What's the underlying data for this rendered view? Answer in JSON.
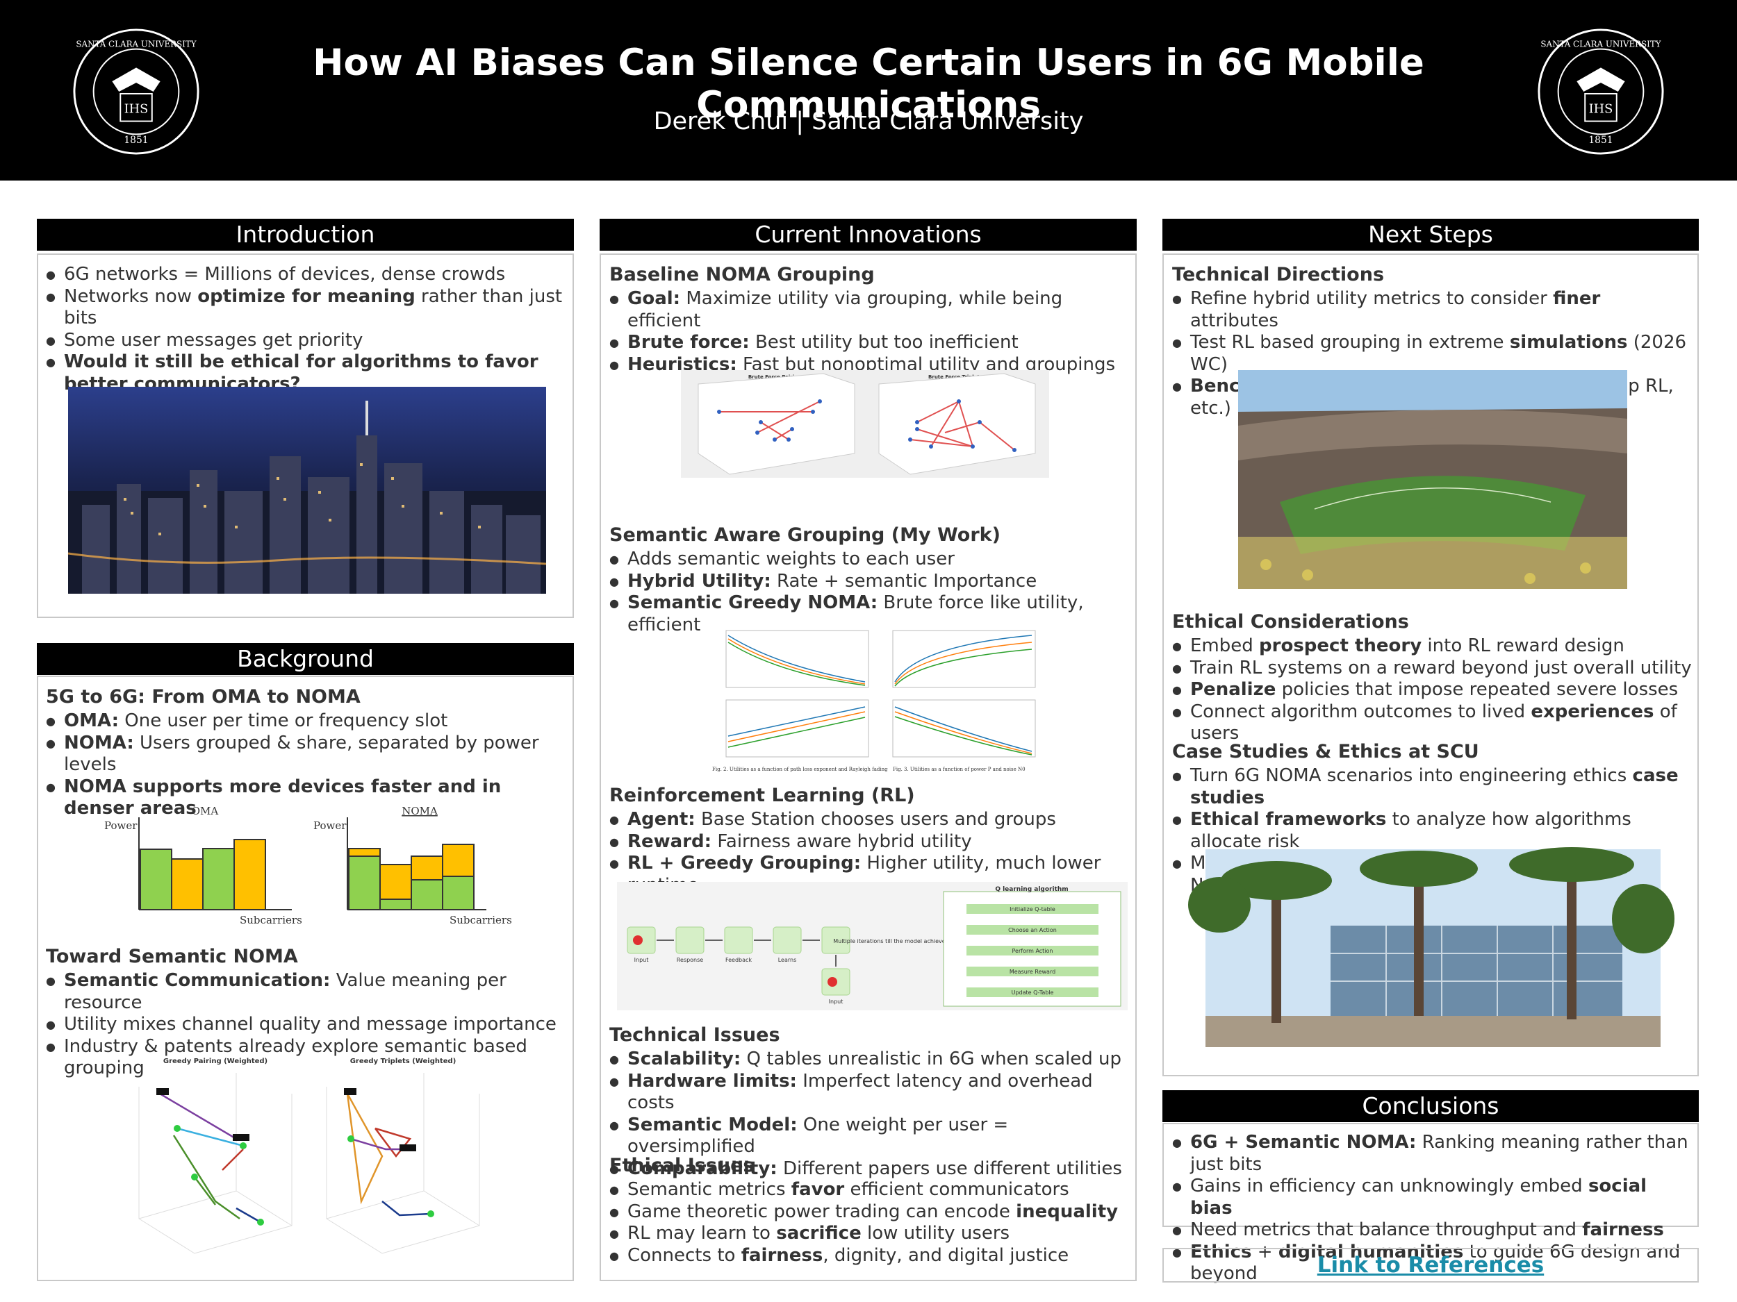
{
  "header": {
    "title": "How AI Biases Can Silence Certain Users in 6G Mobile Communications",
    "subtitle": "Derek Chui | Santa Clara University",
    "seal_text_top": "SANTA CLARA UNIVERSITY",
    "seal_monogram": "IHS",
    "seal_year": "1851"
  },
  "intro": {
    "heading": "Introduction",
    "items": [
      {
        "b": "",
        "t": "6G networks = Millions of devices, dense crowds"
      },
      {
        "p": "Networks now ",
        "b": "optimize for meaning",
        "t": " rather than just bits"
      },
      {
        "b": "",
        "t": "Some user messages get priority"
      },
      {
        "b": "Would it still be ethical for algorithms to favor better communicators?",
        "t": ""
      }
    ]
  },
  "background": {
    "heading": "Background",
    "s1_title": "5G to 6G: From OMA to NOMA",
    "s1_items": [
      {
        "b": "OMA:",
        "t": " One user per time or frequency slot"
      },
      {
        "b": "NOMA:",
        "t": " Users grouped & share, separated by power levels"
      },
      {
        "b": "NOMA supports more devices faster and in denser areas",
        "t": ""
      }
    ],
    "fig_oma": {
      "title": "OMA",
      "y": "Power",
      "x": "Subcarriers"
    },
    "fig_noma": {
      "title": "NOMA",
      "y": "Power",
      "x": "Subcarriers"
    },
    "s2_title": "Toward Semantic NOMA",
    "s2_items": [
      {
        "b": "Semantic Communication:",
        "t": " Value meaning per resource"
      },
      {
        "b": "",
        "t": "Utility mixes channel quality and message importance"
      },
      {
        "b": "",
        "t": "Industry & patents already explore semantic based grouping"
      }
    ],
    "fig_greedy": {
      "pair_title": "Greedy Pairing (Weighted)",
      "trip_title": "Greedy Triplets (Weighted)"
    }
  },
  "innovations": {
    "heading": "Current Innovations",
    "s1_title": "Baseline NOMA Grouping",
    "s1_items": [
      {
        "b": "Goal:",
        "t": " Maximize utility via grouping, while being efficient"
      },
      {
        "b": "Brute force:",
        "t": " Best utility but too inefficient"
      },
      {
        "b": "Heuristics:",
        "t": " Fast but nonoptimal utility and groupings"
      }
    ],
    "fig_brute": {
      "pair_title": "Brute Force Pairing",
      "trip_title": "Brute Force Triplets"
    },
    "s2_title": "Semantic Aware Grouping (My Work)",
    "s2_items": [
      {
        "b": "",
        "t": "Adds semantic weights to each user"
      },
      {
        "b": "Hybrid Utility:",
        "t": " Rate + semantic Importance"
      },
      {
        "b": "Semantic Greedy NOMA:",
        "t": " Brute force like utility, efficient"
      }
    ],
    "fig_util": {
      "cap1": "Fig. 2. Utilities as a function of path loss exponent and Rayleigh fading",
      "cap2": "Fig. 3. Utilities as a function of power P and noise N0"
    },
    "s3_title": "Reinforcement Learning (RL)",
    "s3_items": [
      {
        "b": "Agent:",
        "t": " Base Station chooses users and groups"
      },
      {
        "b": "Reward:",
        "t": " Fairness aware hybrid utility"
      },
      {
        "b": "RL + Greedy Grouping:",
        "t": " Higher utility, much lower runtime"
      }
    ],
    "fig_rl": {
      "labels": [
        "Input",
        "Response",
        "Feedback",
        "Learns",
        "Input"
      ],
      "q_title": "Q learning algorithm",
      "q_steps": [
        "Initialize Q-table",
        "Choose an Action",
        "Perform Action",
        "Measure Reward",
        "Update Q-Table"
      ],
      "note": "Multiple iterations till the model achieves termination state"
    },
    "s4_title": "Technical Issues",
    "s4_items": [
      {
        "b": "Scalability:",
        "t": " Q tables unrealistic in 6G when scaled up"
      },
      {
        "b": "Hardware limits:",
        "t": " Imperfect latency and overhead costs"
      },
      {
        "b": "Semantic Model:",
        "t": " One weight per user = oversimplified"
      },
      {
        "b": "Comparability:",
        "t": " Different papers use different utilities"
      }
    ],
    "s5_title": "Ethical Issues",
    "s5_items": [
      {
        "p": "Semantic metrics ",
        "b": "favor",
        "t": " efficient communicators"
      },
      {
        "p": "Game theoretic power trading can encode ",
        "b": "inequality",
        "t": ""
      },
      {
        "p": "RL may learn to ",
        "b": "sacrifice",
        "t": " low utility users"
      },
      {
        "p": "Connects to ",
        "b": "fairness",
        "t": ", dignity, and digital justice"
      }
    ]
  },
  "next": {
    "heading": "Next Steps",
    "s1_title": "Technical Directions",
    "s1_items": [
      {
        "p": "Refine hybrid utility metrics to consider ",
        "b": "finer",
        "t": " attributes"
      },
      {
        "p": "Test RL based grouping in extreme ",
        "b": "simulations",
        "t": " (2026 WC)"
      },
      {
        "p": "",
        "b": "Benchmark",
        "t": " against other methods (RSMA, Deep RL, etc.)"
      }
    ],
    "s2_title": "Ethical Considerations",
    "s2_items": [
      {
        "p": "Embed ",
        "b": "prospect theory",
        "t": " into RL reward design"
      },
      {
        "p": "Train RL systems on a reward beyond just overall utility",
        "b": "",
        "t": ""
      },
      {
        "p": "",
        "b": "Penalize",
        "t": " policies that impose repeated severe losses"
      },
      {
        "p": "Connect algorithm outcomes to lived ",
        "b": "experiences",
        "t": " of users"
      }
    ],
    "s3_title": "Case Studies & Ethics at SCU",
    "s3_items": [
      {
        "p": "Turn 6G NOMA scenarios into engineering ethics ",
        "b": "case studies",
        "t": ""
      },
      {
        "p": "",
        "b": "Ethical frameworks",
        "t": " to analyze how algorithms allocate risk"
      },
      {
        "p": "Make AI ethics accessible to students beyond 6G NOMA",
        "b": "",
        "t": ""
      }
    ]
  },
  "conclusions": {
    "heading": "Conclusions",
    "items": [
      {
        "p": "",
        "b": "6G + Semantic NOMA:",
        "t": " Ranking meaning rather than just bits"
      },
      {
        "p": "Gains in efficiency can unknowingly embed ",
        "b": "social bias",
        "t": ""
      },
      {
        "p": "Need metrics that balance throughput and ",
        "b": "fairness",
        "t": ""
      },
      {
        "p": "",
        "b": "Ethics",
        "t": " + ",
        "b2": "digital humanities",
        "t2": " to guide 6G design and beyond"
      }
    ]
  },
  "references": {
    "label": "Link to References"
  },
  "colors": {
    "header_bg": "#000000",
    "green": "#8fd14f",
    "gold": "#ffc000",
    "link": "#1a8ca8"
  }
}
